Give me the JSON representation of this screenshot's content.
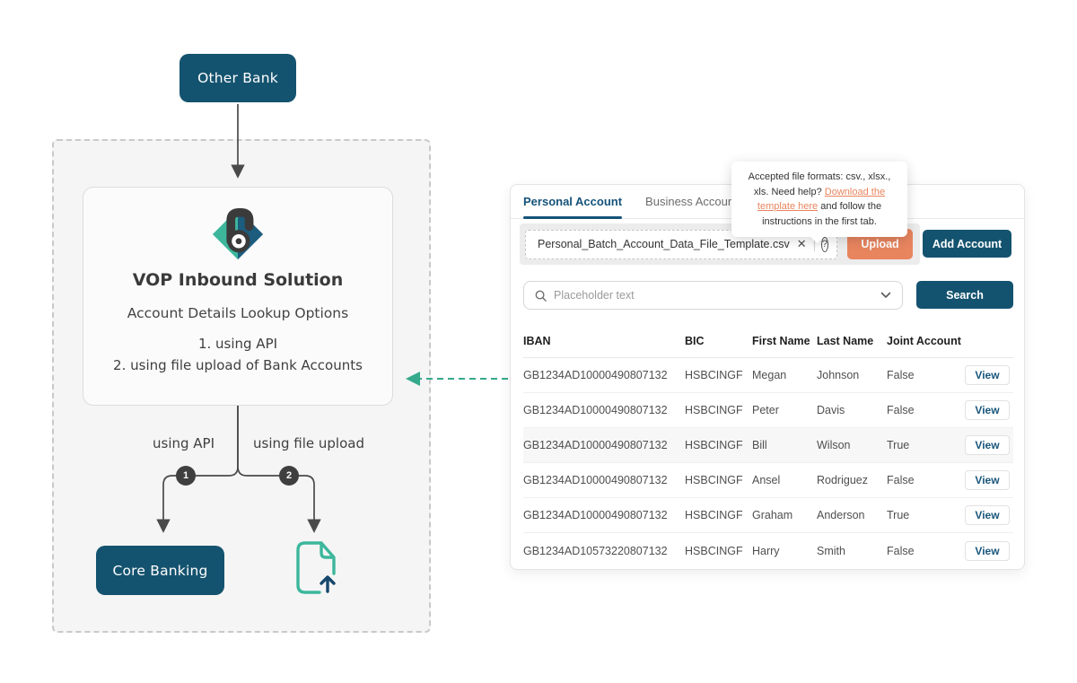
{
  "colors": {
    "brand_navy": "#14536F",
    "accent_teal": "#3CB79C",
    "accent_salmon": "#E8855F",
    "arrow_gray": "#4a4a4a"
  },
  "diagram": {
    "other_bank_label": "Other Bank",
    "solution_title": "VOP Inbound Solution",
    "solution_subtitle": "Account Details Lookup Options",
    "option1": "1. using API",
    "option2": "2. using file upload of Bank Accounts",
    "branch1_label": "using API",
    "branch2_label": "using file upload",
    "branch1_number": "1",
    "branch2_number": "2",
    "core_banking_label": "Core Banking"
  },
  "panel": {
    "tabs": {
      "personal": "Personal Account",
      "business": "Business Account"
    },
    "tooltip": {
      "text_before": "Accepted file formats: csv., xlsx., xls. Need help? ",
      "link_text": "Download the template here",
      "text_after": " and follow the instructions in the first tab."
    },
    "upload": {
      "filename": "Personal_Batch_Account_Data_File_Template.csv",
      "close_glyph": "✕",
      "help_glyph": "?",
      "upload_button": "Upload",
      "add_account_button": "Add Account"
    },
    "search": {
      "placeholder": "Placeholder text",
      "button": "Search"
    },
    "table": {
      "headers": [
        "IBAN",
        "BIC",
        "First Name",
        "Last Name",
        "Joint Account"
      ],
      "action_label": "View",
      "rows": [
        {
          "iban": "GB1234AD10000490807132",
          "bic": "HSBCINGF",
          "first": "Megan",
          "last": "Johnson",
          "joint": "False"
        },
        {
          "iban": "GB1234AD10000490807132",
          "bic": "HSBCINGF",
          "first": "Peter",
          "last": "Davis",
          "joint": "False"
        },
        {
          "iban": "GB1234AD10000490807132",
          "bic": "HSBCINGF",
          "first": "Bill",
          "last": "Wilson",
          "joint": "True"
        },
        {
          "iban": "GB1234AD10000490807132",
          "bic": "HSBCINGF",
          "first": "Ansel",
          "last": "Rodriguez",
          "joint": "False"
        },
        {
          "iban": "GB1234AD10000490807132",
          "bic": "HSBCINGF",
          "first": "Graham",
          "last": "Anderson",
          "joint": "True"
        },
        {
          "iban": "GB1234AD10573220807132",
          "bic": "HSBCINGF",
          "first": "Harry",
          "last": "Smith",
          "joint": "False"
        }
      ]
    }
  }
}
